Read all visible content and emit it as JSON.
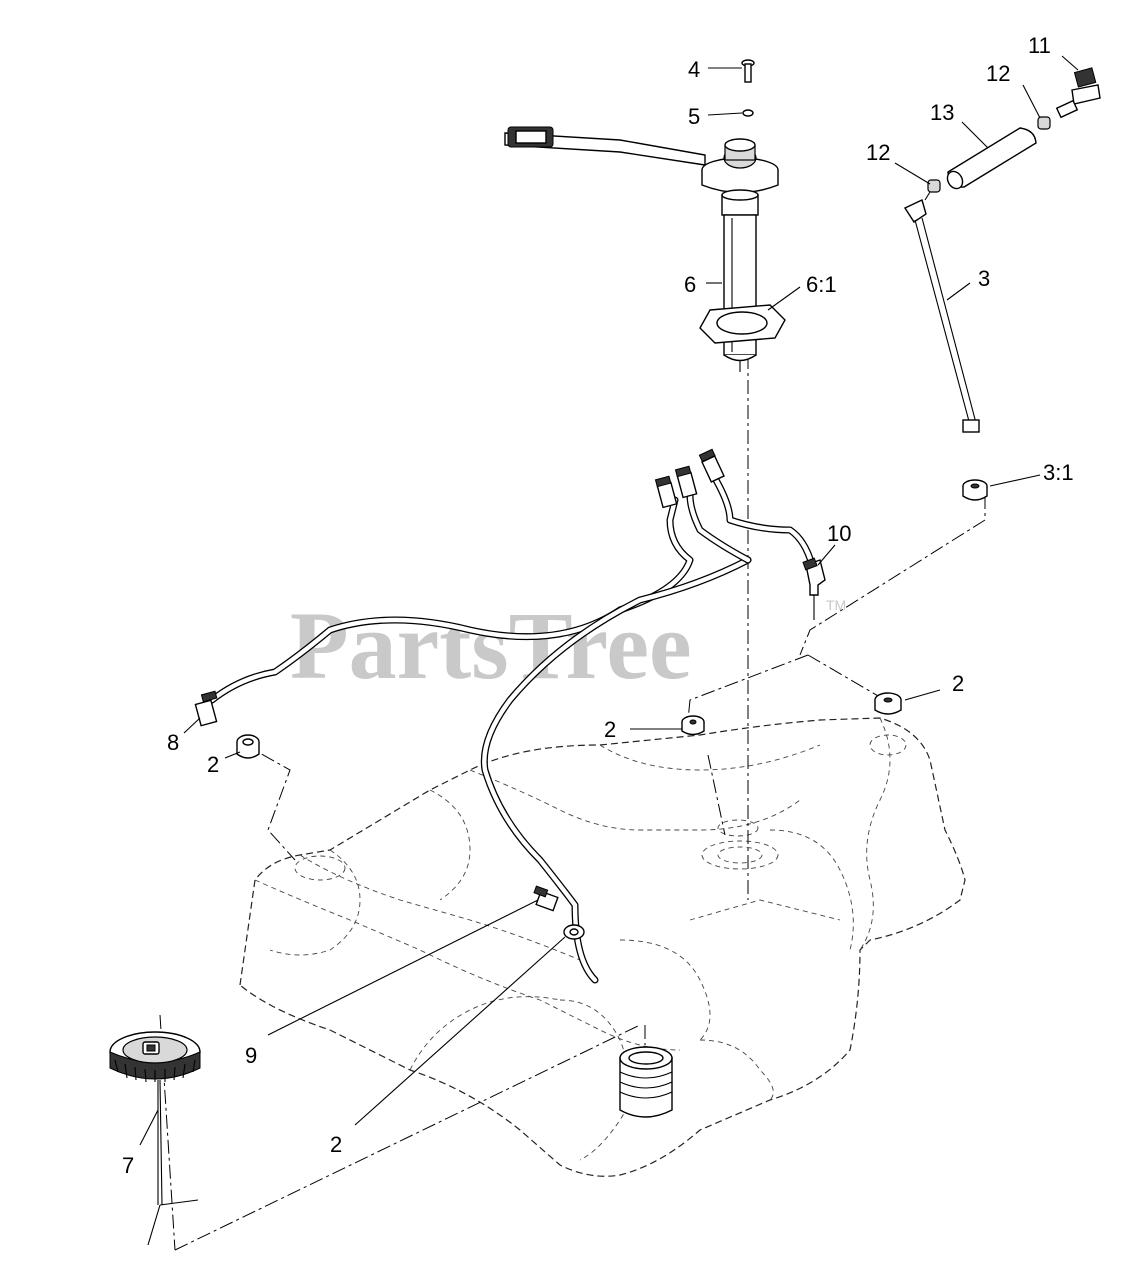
{
  "watermark": {
    "text": "PartsTree",
    "tm": "TM"
  },
  "callouts": [
    {
      "id": "c4",
      "text": "4"
    },
    {
      "id": "c5",
      "text": "5"
    },
    {
      "id": "c6",
      "text": "6"
    },
    {
      "id": "c6_1",
      "text": "6:1"
    },
    {
      "id": "c11",
      "text": "11"
    },
    {
      "id": "c12a",
      "text": "12"
    },
    {
      "id": "c13",
      "text": "13"
    },
    {
      "id": "c12b",
      "text": "12"
    },
    {
      "id": "c3",
      "text": "3"
    },
    {
      "id": "c3_1",
      "text": "3:1"
    },
    {
      "id": "c10",
      "text": "10"
    },
    {
      "id": "c2a",
      "text": "2"
    },
    {
      "id": "c2b",
      "text": "2"
    },
    {
      "id": "c8",
      "text": "8"
    },
    {
      "id": "c2c",
      "text": "2"
    },
    {
      "id": "c9",
      "text": "9"
    },
    {
      "id": "c2d",
      "text": "2"
    },
    {
      "id": "c7",
      "text": "7"
    }
  ]
}
